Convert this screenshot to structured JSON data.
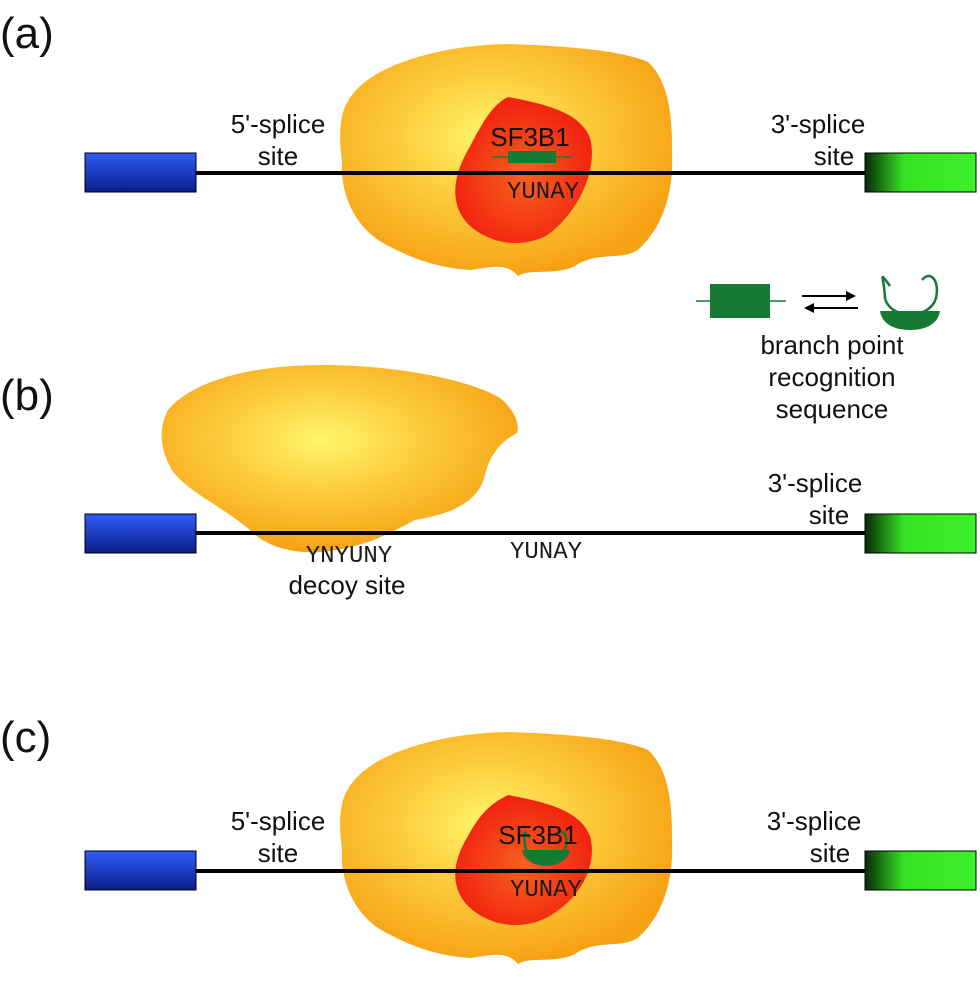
{
  "panels": {
    "a": {
      "label": "(a)",
      "five_prime": [
        "5'-splice",
        "site"
      ],
      "three_prime": [
        "3'-splice",
        "site"
      ],
      "protein": "SF3B1",
      "motif": "YUNAY"
    },
    "b": {
      "label": "(b)",
      "three_prime": [
        "3'-splice",
        "site"
      ],
      "decoy_motif": "YNYUNY",
      "decoy_label": "decoy site",
      "motif": "YUNAY"
    },
    "c": {
      "label": "(c)",
      "five_prime": [
        "5'-splice",
        "site"
      ],
      "three_prime": [
        "3'-splice",
        "site"
      ],
      "protein": "SF3B1",
      "motif": "YUNAY"
    }
  },
  "legend": {
    "caption": [
      "branch point",
      "recognition",
      "sequence"
    ]
  },
  "colors": {
    "exon_5": "#1a3fd6",
    "exon_3": "#33e01f",
    "spliceosome_center": "#fff25a",
    "spliceosome_edge": "#f7a516",
    "sf3b1": "#f21d10",
    "branch_element": "#167a32",
    "intron": "#000000"
  }
}
